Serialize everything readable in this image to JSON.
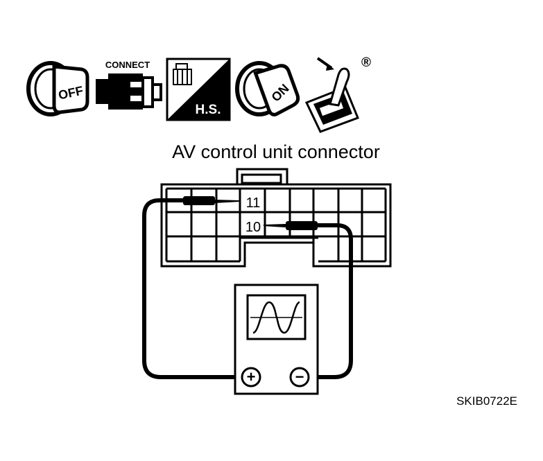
{
  "diagram": {
    "title": "AV control unit connector",
    "reference_code": "SKIB0722E",
    "icons": [
      {
        "name": "ignition-off-icon",
        "label": "OFF"
      },
      {
        "name": "connector-connect-icon",
        "label": "CONNECT"
      },
      {
        "name": "harness-side-icon",
        "label": "H.S."
      },
      {
        "name": "ignition-on-icon",
        "label": "ON"
      },
      {
        "name": "selector-lever-icon",
        "label": ""
      }
    ],
    "registered_mark": "®",
    "connector": {
      "pins": [
        "11",
        "10"
      ]
    },
    "oscilloscope": {
      "positive_terminal": "+",
      "negative_terminal": "−"
    },
    "colors": {
      "line": "#000000",
      "background": "#ffffff"
    }
  }
}
